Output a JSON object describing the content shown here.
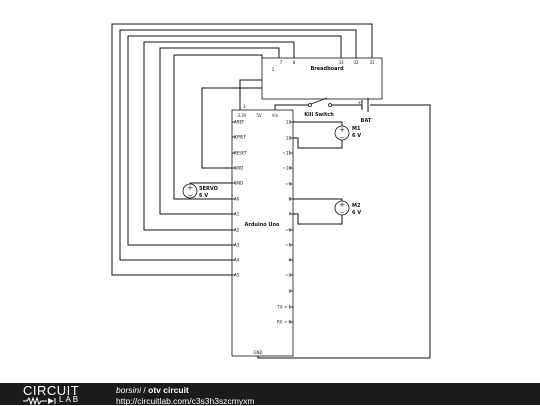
{
  "schematic": {
    "components": {
      "breadboard": "Breadboard",
      "arduino": "Arduino Uno",
      "kill_switch": "Kill Switch",
      "battery": "BAT",
      "motor1": "M1",
      "motor1_rating": "6 V",
      "motor2": "M2",
      "motor2_rating": "6 V",
      "servo": "SERVO",
      "servo_rating": "6 V"
    },
    "breadboard_pins": {
      "p7": "7",
      "p8": "8",
      "p33": "33",
      "p32": "32",
      "p31": "31",
      "p1": "1"
    },
    "arduino_top_pins": {
      "v33": "3.3V",
      "v5": "5V",
      "vin": "Vin"
    },
    "arduino_left_pins": [
      "AREF",
      "IOREF",
      "RESET",
      "GND",
      "GND",
      "A0",
      "A1",
      "A2",
      "A3",
      "A4",
      "A5"
    ],
    "arduino_right_pins": [
      "13",
      "12",
      "~11",
      "~10",
      "~9",
      "8",
      "7",
      "~6",
      "~5",
      "4",
      "~3",
      "2",
      "TX > 1",
      "RX < 0"
    ],
    "arduino_gnd": "GND",
    "battery_plus": "+",
    "top_marker": "3"
  },
  "footer": {
    "logo_top": "CIRCUIT",
    "logo_bottom": "LAB",
    "author": "borsini",
    "separator": " / ",
    "title": "otv circuit",
    "url": "http://circuitlab.com/c3s3h3szcmyxm"
  }
}
